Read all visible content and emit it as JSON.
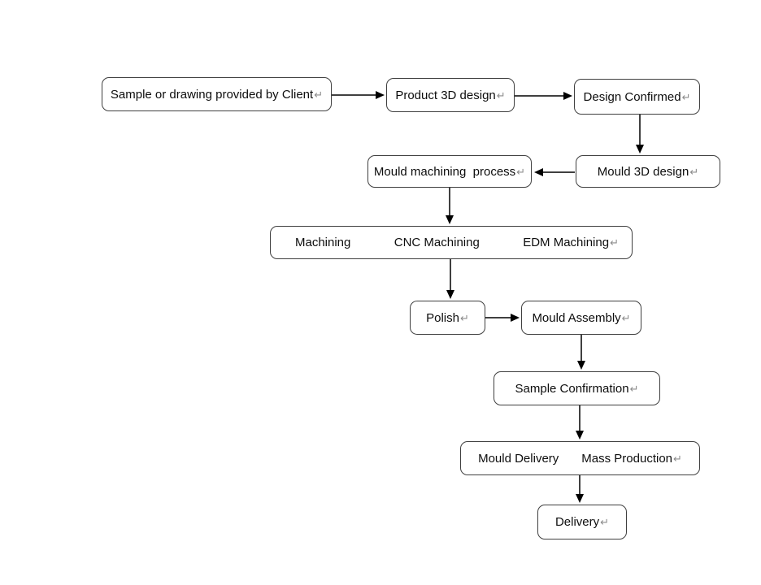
{
  "diagram": {
    "return_mark": "↵",
    "colors": {
      "background": "#ffffff",
      "box_border": "#3f3f3f",
      "text": "#0d0d0d",
      "connector": "#000000",
      "return_mark": "#8c8c8c"
    },
    "nodes": {
      "client_sample": {
        "label": "Sample or drawing provided by Client"
      },
      "product_3d_design": {
        "label": "Product 3D design"
      },
      "design_confirmed": {
        "label": "Design Confirmed"
      },
      "mould_machining_process": {
        "label": "Mould machining  process"
      },
      "mould_3d_design": {
        "label": "Mould 3D design"
      },
      "machining_stages": {
        "labels": [
          "Machining",
          "CNC Machining",
          "EDM Machining"
        ]
      },
      "polish": {
        "label": "Polish"
      },
      "mould_assembly": {
        "label": "Mould Assembly"
      },
      "sample_confirmation": {
        "label": "Sample Confirmation"
      },
      "delivery_stages": {
        "labels": [
          "Mould Delivery",
          "Mass Production"
        ]
      },
      "delivery": {
        "label": "Delivery"
      }
    },
    "edges": [
      {
        "from": "client_sample",
        "to": "product_3d_design"
      },
      {
        "from": "product_3d_design",
        "to": "design_confirmed"
      },
      {
        "from": "design_confirmed",
        "to": "mould_3d_design"
      },
      {
        "from": "mould_3d_design",
        "to": "mould_machining_process"
      },
      {
        "from": "mould_machining_process",
        "to": "machining_stages"
      },
      {
        "from": "machining_stages",
        "to": "polish"
      },
      {
        "from": "polish",
        "to": "mould_assembly"
      },
      {
        "from": "mould_assembly",
        "to": "sample_confirmation"
      },
      {
        "from": "sample_confirmation",
        "to": "delivery_stages"
      },
      {
        "from": "delivery_stages",
        "to": "delivery"
      }
    ]
  }
}
